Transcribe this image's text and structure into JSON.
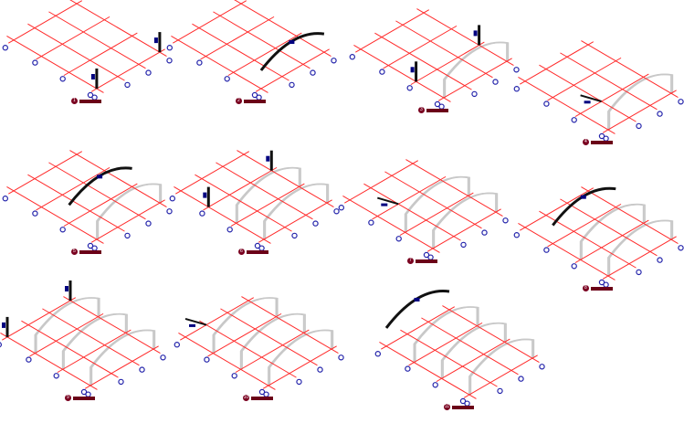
{
  "title": "Steel arch frame erection sequence",
  "steps": [
    {
      "label": "1",
      "arches": 0,
      "highlight": "columns"
    },
    {
      "label": "2",
      "arches": 0,
      "highlight": "arch"
    },
    {
      "label": "3",
      "arches": 1,
      "highlight": "columns"
    },
    {
      "label": "4",
      "arches": 1,
      "highlight": "brace"
    },
    {
      "label": "5",
      "arches": 1,
      "highlight": "arch"
    },
    {
      "label": "6",
      "arches": 2,
      "highlight": "columns"
    },
    {
      "label": "7",
      "arches": 2,
      "highlight": "brace"
    },
    {
      "label": "8",
      "arches": 2,
      "highlight": "arch"
    },
    {
      "label": "9",
      "arches": 3,
      "highlight": "columns"
    },
    {
      "label": "10",
      "arches": 3,
      "highlight": "brace"
    },
    {
      "label": "11",
      "arches": 3,
      "highlight": "arch"
    }
  ],
  "colors": {
    "grid": "#ff2a2a",
    "axis_marker": "#2222aa",
    "frame": "#c8c8c8",
    "highlight": "#111111",
    "caption": "#6b0018"
  }
}
